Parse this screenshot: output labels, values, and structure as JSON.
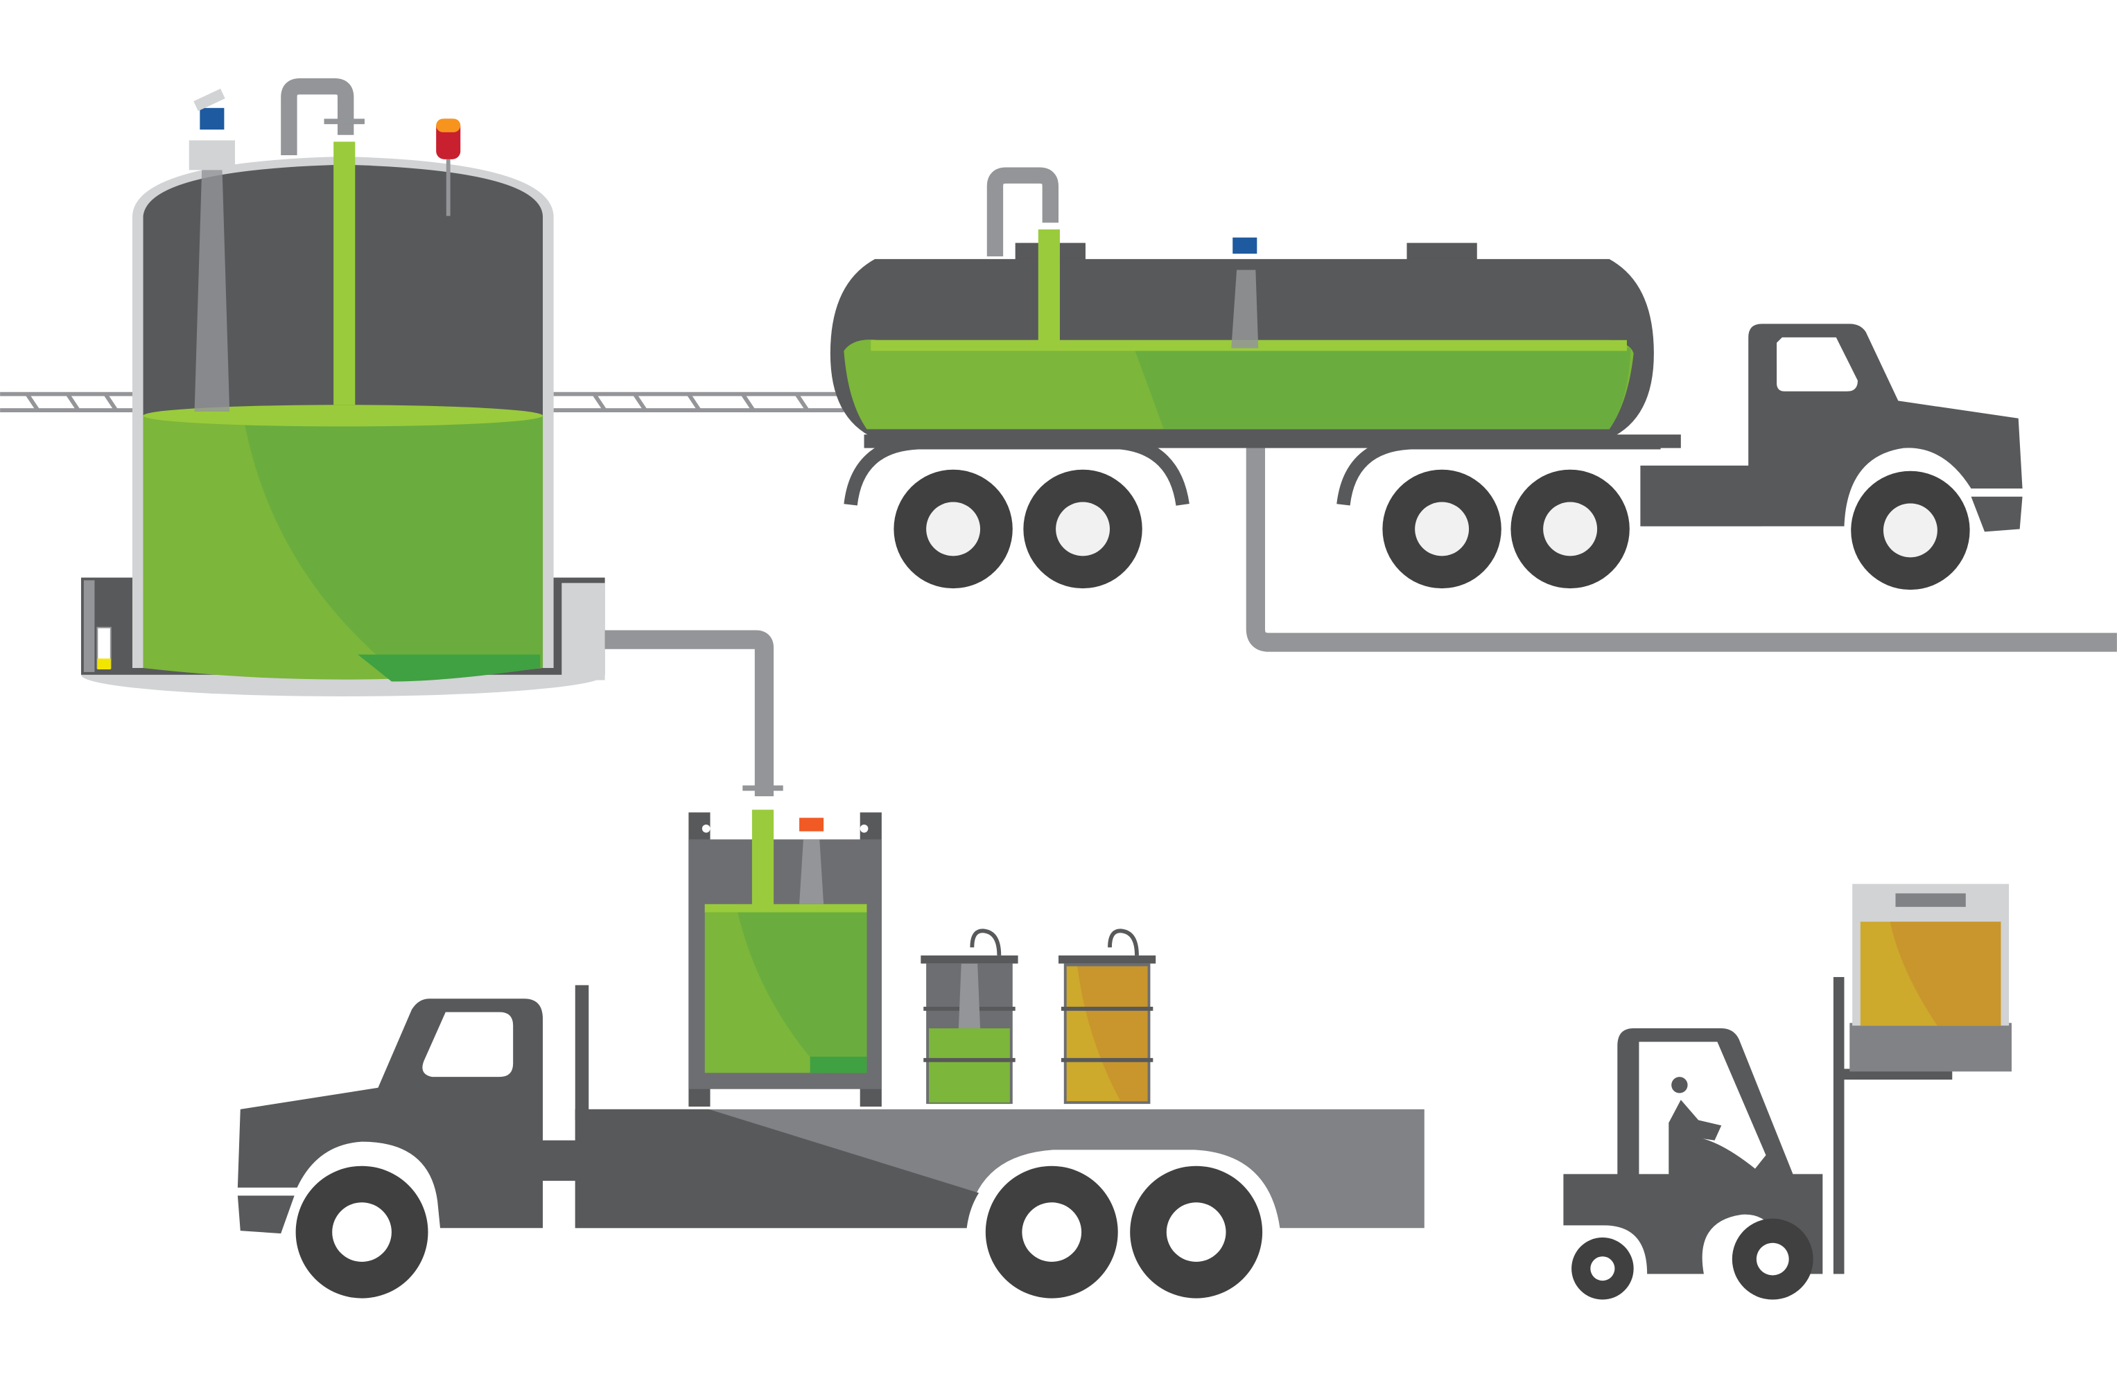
{
  "illustration": {
    "colors": {
      "dark_gray": "#58595b",
      "tire": "#404041",
      "pipe": "#939598",
      "light_gray": "#d1d3d4",
      "green": "#7cb63a",
      "green_shade": "#6aad3e",
      "lime": "#9acb3c",
      "gold": "#cda92c",
      "gold_shade": "#c8962c",
      "sensor_blue": "#1e5aa0",
      "beacon_red": "#c8202f",
      "beacon_orange": "#f7941d"
    },
    "icons": [
      "storage-tank-icon",
      "tanker-truck-icon",
      "flatbed-truck-icon",
      "ibc-tote-icon",
      "drum-icon",
      "forklift-icon",
      "level-sensor-icon",
      "beacon-icon"
    ],
    "levels": {
      "storage_tank_fill_percent": 55,
      "tanker_fill_percent": 55,
      "tote_fill_percent": 75,
      "green_drum_fill_percent": 50,
      "gold_drum_fill_percent": 100,
      "forklift_box_fill_percent": 100
    }
  }
}
